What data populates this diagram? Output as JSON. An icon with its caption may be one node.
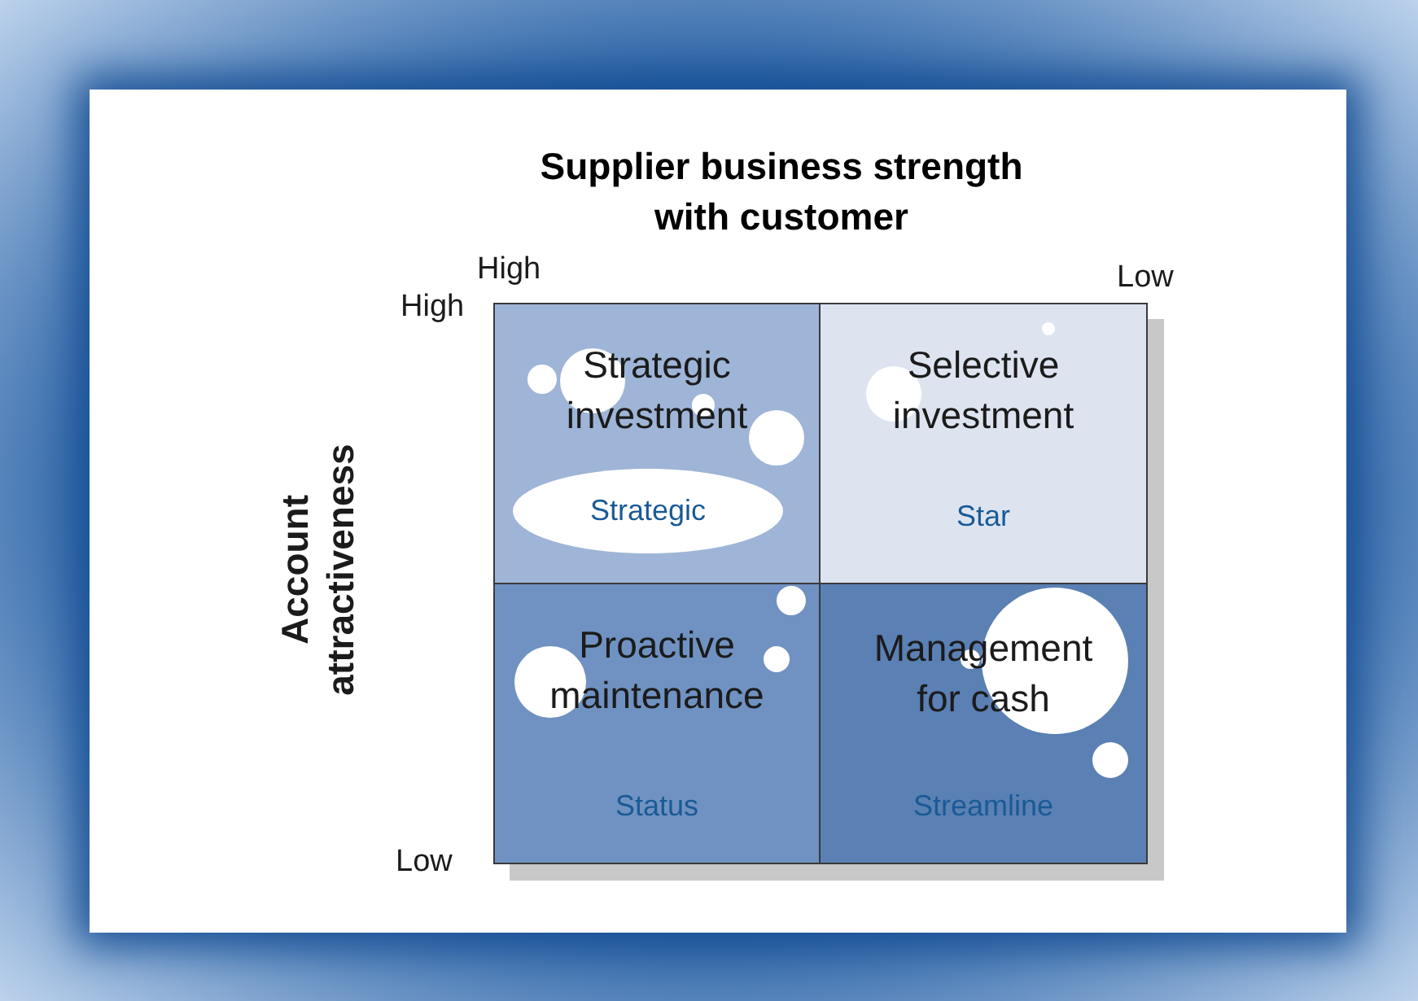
{
  "diagram": {
    "title": "Supplier business strength with customer",
    "nodes": [
      {
        "text": [
          "Strategic investment"
        ]
      },
      {
        "text": [
          "Strategic"
        ],
        "in": 0
      },
      {
        "text": [
          "Selective investment",
          "Star"
        ]
      },
      {
        "text": [
          "Proactive maintenance",
          "Status"
        ]
      },
      {
        "text": [
          "Management for cash",
          "Streamline"
        ]
      }
    ],
    "labels": [
      "High",
      "Low",
      "High",
      "Low",
      "Account attractiveness"
    ]
  }
}
